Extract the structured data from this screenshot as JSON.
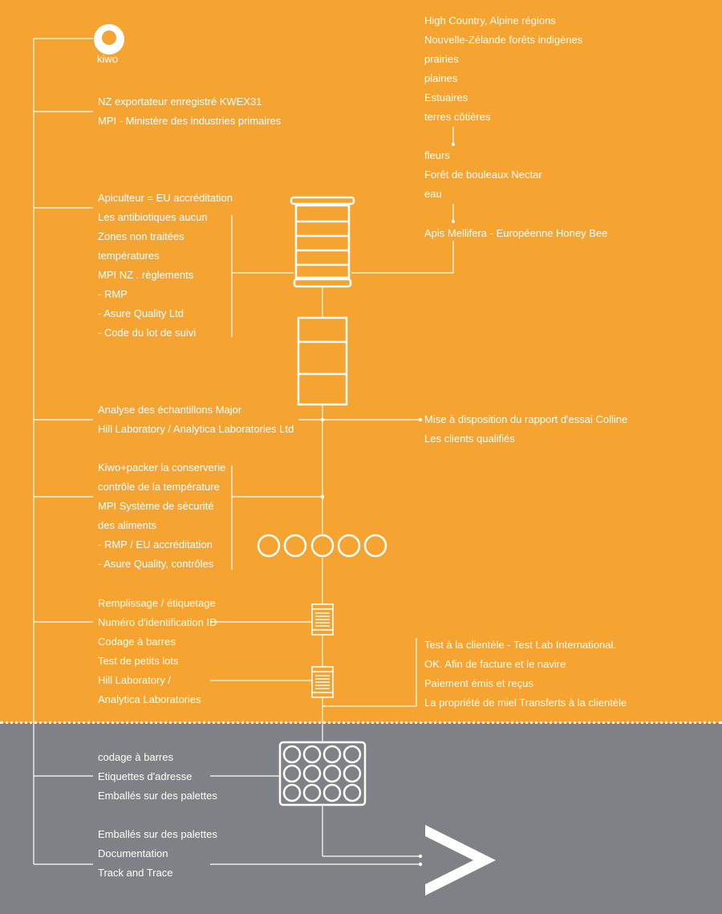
{
  "brand": {
    "logo_text": "kiwo"
  },
  "colors": {
    "orange": "#f6a431",
    "gray": "#808087",
    "line": "#ffffff"
  },
  "left_blocks": [
    {
      "lines": [
        "NZ exportateur enregistré KWEX31",
        "MPI - Ministère des industries primaires"
      ]
    },
    {
      "lines": [
        "Apiculteur = EU accréditation",
        "Les antibiotiques aucun",
        "Zones non traitées",
        "températures",
        "MPI NZ . règlements",
        "-  RMP",
        "-  Asure Quality Ltd",
        "-  Code du lot de suivi"
      ]
    },
    {
      "lines": [
        "Analyse des échantillons Major",
        "Hill Laboratory / Analytica Laboratories Ltd"
      ]
    },
    {
      "lines": [
        "Kiwo+packer la conserverie",
        "contrôle de la température",
        "MPI Système de sécurité",
        "des aliments",
        "-  RMP / EU accréditation",
        "-  Asure Quality, contrôles"
      ]
    },
    {
      "lines": [
        "Remplissage / étiquetage",
        "Numéro d'identification ID",
        "Codage à barres",
        "Test de petits lots",
        "Hill Laboratory /",
        "Analytica Laboratories"
      ]
    },
    {
      "lines": [
        "codage à barres",
        "Etiquettes d'adresse",
        "Emballés sur des palettes"
      ]
    },
    {
      "lines": [
        "Emballés sur des palettes",
        "Documentation",
        "Track and Trace"
      ]
    }
  ],
  "right_blocks": [
    {
      "lines": [
        "High Country, Alpine régions",
        "Nouvelle-Zélande forêts indigènes",
        "prairies",
        "plaines",
        "Estuaires",
        "terres côtières"
      ]
    },
    {
      "lines": [
        "fleurs",
        "Forêt de bouleaux Nectar",
        "eau"
      ]
    },
    {
      "lines": [
        "Apis Mellifera - Européenne Honey Bee"
      ]
    },
    {
      "lines": [
        "Mise à disposition du rapport d'essai Colline",
        "Les clients qualifiés"
      ]
    },
    {
      "lines": [
        "Test à la clientèle - Test Lab International.",
        "OK. Afin de facture et le navire",
        "Paiement émis et reçus",
        "La propriété de miel Transferts à la clientèle"
      ]
    }
  ]
}
